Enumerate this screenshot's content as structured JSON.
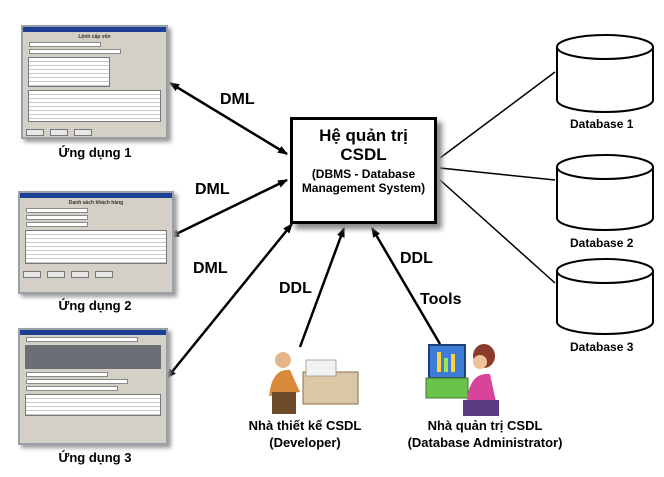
{
  "dbms": {
    "title": "Hệ quản trị CSDL",
    "subtitle": "(DBMS - Database Management System)"
  },
  "applications": [
    {
      "caption": "Ứng dụng 1",
      "window_title": "Lệnh cấp vốn",
      "edge_label": "DML"
    },
    {
      "caption": "Ứng dụng 2",
      "window_title": "Danh sách khách hàng",
      "edge_label": "DML"
    },
    {
      "caption": "Ứng dụng 3",
      "window_title": "",
      "edge_label": "DML"
    }
  ],
  "databases": [
    {
      "label": "Database 1"
    },
    {
      "label": "Database 2"
    },
    {
      "label": "Database 3"
    }
  ],
  "developer": {
    "caption_line1": "Nhà thiết kế CSDL",
    "caption_line2": "(Developer)",
    "edge_label": "DDL"
  },
  "administrator": {
    "caption_line1": "Nhà quản trị CSDL",
    "caption_line2": "(Database Administrator)",
    "edge_label_1": "DDL",
    "edge_label_2": "Tools"
  },
  "colors": {
    "window_titlebar": "#1c3f94",
    "window_body": "#d4d0c8",
    "line": "#000000"
  }
}
